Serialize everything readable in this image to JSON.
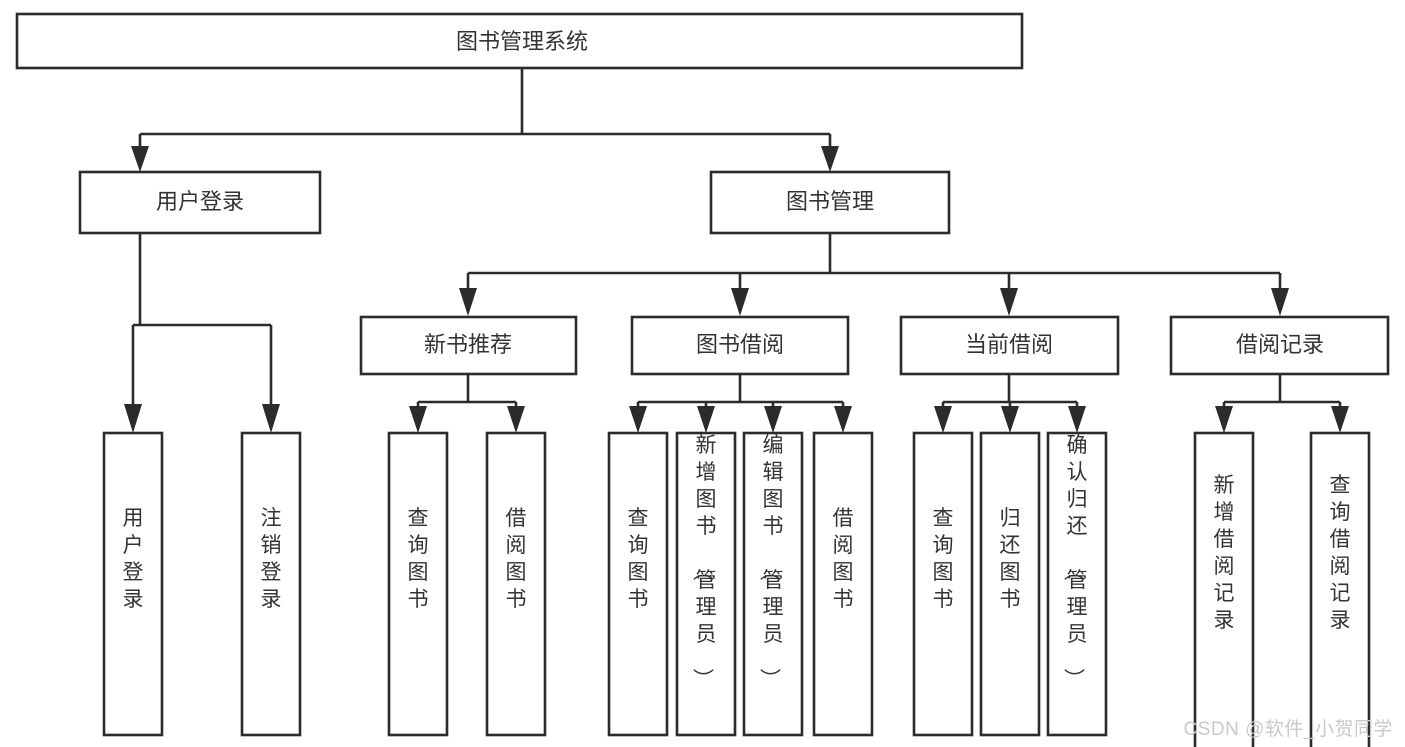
{
  "diagram": {
    "type": "tree-hierarchy",
    "title": "图书管理系统",
    "orientation": "top-down",
    "colors": {
      "stroke": "#2b2b2b",
      "node_fill": "#ffffff",
      "text": "#333333",
      "background": "#ffffff",
      "watermark": "#c9c9c9"
    },
    "root": {
      "label": "图书管理系统"
    },
    "level2": [
      {
        "label": "用户登录"
      },
      {
        "label": "图书管理"
      }
    ],
    "level3": [
      {
        "label": "新书推荐"
      },
      {
        "label": "图书借阅"
      },
      {
        "label": "当前借阅"
      },
      {
        "label": "借阅记录"
      }
    ],
    "leaves": {
      "user_login": [
        {
          "label": "用户登录"
        },
        {
          "label": "注销登录"
        }
      ],
      "new_book_recommend": [
        {
          "label": "查询图书"
        },
        {
          "label": "借阅图书"
        }
      ],
      "book_borrow": [
        {
          "label": "查询图书"
        },
        {
          "label": "新增图书（管理员）"
        },
        {
          "label": "编辑图书（管理员）"
        },
        {
          "label": "借阅图书"
        }
      ],
      "current_borrow": [
        {
          "label": "查询图书"
        },
        {
          "label": "归还图书"
        },
        {
          "label": "确认归还（管理员）"
        }
      ],
      "borrow_record": [
        {
          "label": "新增借阅记录"
        },
        {
          "label": "查询借阅记录"
        }
      ]
    }
  },
  "watermark": {
    "text": "CSDN @软件_小贺同学"
  }
}
